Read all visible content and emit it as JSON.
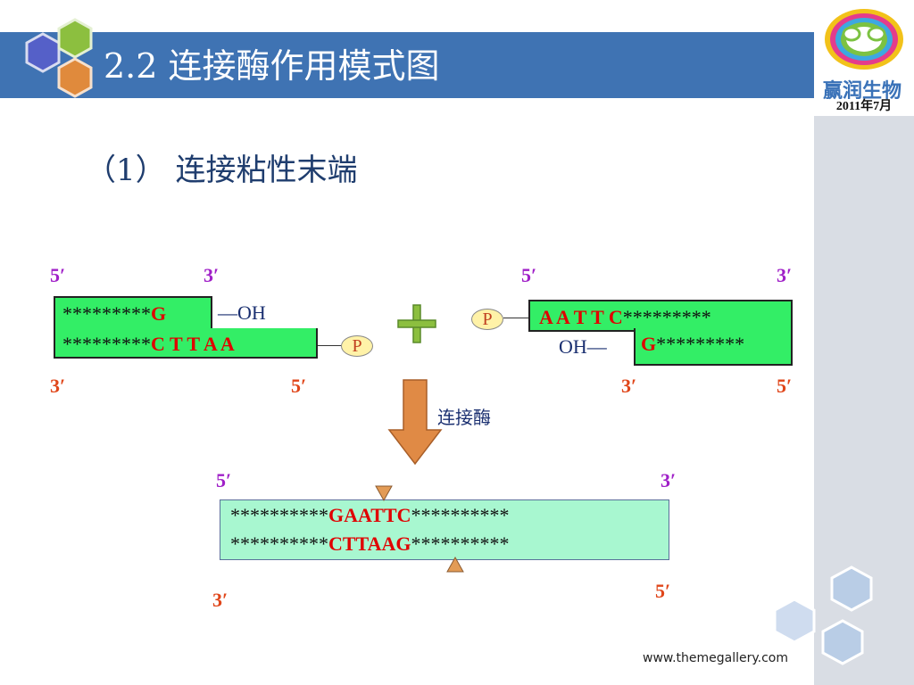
{
  "header": {
    "title": "2.2 连接酶作用模式图",
    "logo_text": "赢润生物",
    "date": "2011年7月"
  },
  "subtitle": "（1）   连接粘性末端",
  "left_fragment": {
    "top_left_end": "5′",
    "top_right_end": "3′",
    "bottom_left_end": "3′",
    "bottom_right_end": "5′",
    "top_stars": "*********",
    "top_base": "G",
    "bottom_stars": "*********",
    "bottom_bases": "C T T A A",
    "oh_label": "—OH",
    "p_label": "P"
  },
  "right_fragment": {
    "top_left_end": "5′",
    "top_right_end": "3′",
    "bottom_left_end": "3′",
    "bottom_right_end": "5′",
    "top_bases": "A A T T C",
    "top_stars": "*********",
    "bottom_base": "G",
    "bottom_stars": "*********",
    "oh_label": "OH—",
    "p_label": "P"
  },
  "plus_sign": "+",
  "enzyme_label": "连接酶",
  "product": {
    "top_left_end": "5′",
    "top_right_end": "3′",
    "bottom_left_end": "3′",
    "bottom_right_end": "5′",
    "top_left_stars": "**********",
    "top_site": "GAATTC",
    "top_right_stars": "**********",
    "bottom_left_stars": "**********",
    "bottom_site": "CTTAAG",
    "bottom_right_stars": "**********"
  },
  "footer_url": "www.themegallery.com",
  "colors": {
    "title_bar": "#3f73b3",
    "hex_blue": "#5560c8",
    "hex_green": "#8cbf3f",
    "hex_orange": "#e08a3c",
    "fragment_fill": "#33ee66",
    "product_fill": "#a8f7d0",
    "arrow": "#e08a45"
  }
}
